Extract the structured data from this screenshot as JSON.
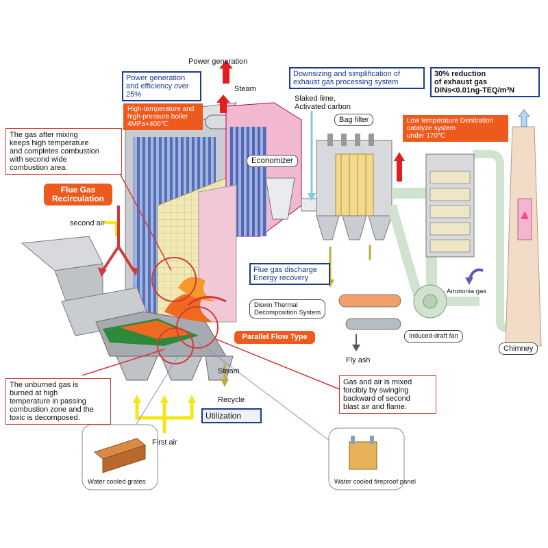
{
  "labels": {
    "power_generation": "Power generation",
    "steam": "Steam",
    "power_box": "Power generation\nand efficiency  over\n25%",
    "boiler_tag": "High-temperature and\nhigh-pressure boiler\n4MPa×400℃",
    "downsizing_box": "Downsizing and simplification of\nexhaust gas processing system",
    "reduction_box": "30% reduction\nof exhaust gas\nDINs<0.01ng-TEQ/m³N",
    "slaked_lime": "Slaked lime,\nActivated carbon",
    "bag_filter": "Bag filter",
    "denitration_tag": "Low temperature Denitration\ncatalyze system\nunder 170℃",
    "economizer": "Economizer",
    "gas_mixing_note": "The gas after mixing\nkeeps high temperature\nand completes combustion\nwith second wide\ncombustion area.",
    "flue_gas_recirc": "Flue Gas\nRecirculation",
    "second_air": "second air",
    "flue_discharge_box": "Flue gas discharge\nEnergy recovery",
    "dioxin": "Dioxin Thermal\nDecomposition System",
    "parallel_flow": "Parallel Flow Type",
    "ammonia_gas": "Ammonia gas",
    "induced_fan": "Induced-draft fan",
    "chimney": "Chimney",
    "fly_ash": "Fly ash",
    "unburned_note": "The unburned gas is\nburned at high\ntemperature in passing\ncombustion zone and the\ntoxic is decomposed.",
    "gas_air_note": "Gas and air is mixed\nforcibly by swinging\nbackward of second\nblast air and flame.",
    "steam_lower": "Steam",
    "recycle": "Recycle",
    "utilization": "Utilization",
    "first_air": "First air",
    "water_grates": "Water cooled grates",
    "water_panel": "Water cooled fireproof panel"
  },
  "colors": {
    "accent_blue": "#1a3c8c",
    "accent_red": "#d23a3a",
    "accent_orange": "#ee5a1e",
    "steel_gray": "#c9ccd1",
    "pink_duct": "#f2b8d0",
    "tube_blue": "#3f5fb5",
    "green_duct": "#cfe3cf",
    "air_yellow": "#f5e616",
    "chimney_tan": "#f2dcc8"
  }
}
